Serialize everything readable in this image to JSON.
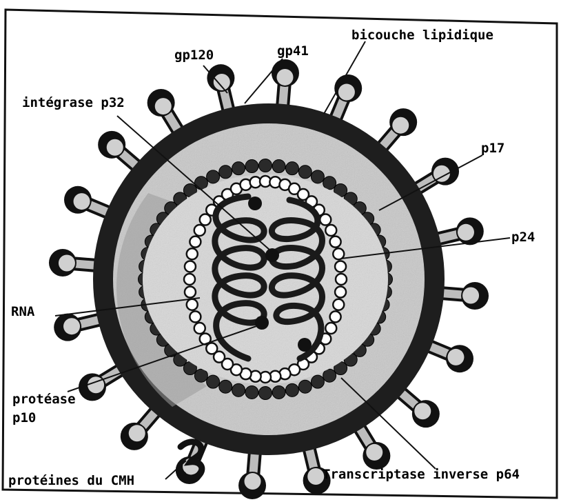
{
  "labels": {
    "gp120": "gp120",
    "gp41": "gp41",
    "bilayer": "bicouche lipidique",
    "integrase": "intégrase p32",
    "p17": "p17",
    "p24": "p24",
    "rna": "RNA",
    "protease_line1": "protéase",
    "protease_line2": "p10",
    "mhc": "protéines du CMH",
    "rt": "Transcriptase inverse p64"
  }
}
